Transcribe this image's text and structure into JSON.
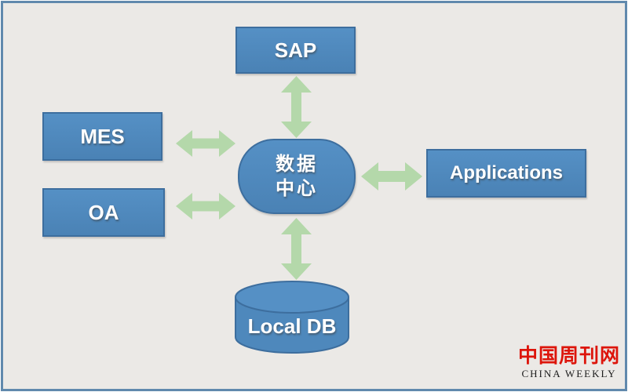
{
  "diagram": {
    "center": {
      "label": "数据中心",
      "label_line1": "数据",
      "label_line2": "中心"
    },
    "nodes": {
      "sap": {
        "label": "SAP",
        "shape": "rectangle"
      },
      "mes": {
        "label": "MES",
        "shape": "rectangle"
      },
      "oa": {
        "label": "OA",
        "shape": "rectangle"
      },
      "applications": {
        "label": "Applications",
        "shape": "rectangle"
      },
      "local_db": {
        "label": "Local DB",
        "shape": "database-cylinder"
      }
    },
    "connections": [
      {
        "from": "数据中心",
        "to": "SAP",
        "type": "bidirectional-arrow",
        "direction": "vertical"
      },
      {
        "from": "数据中心",
        "to": "MES",
        "type": "bidirectional-arrow",
        "direction": "horizontal"
      },
      {
        "from": "数据中心",
        "to": "OA",
        "type": "bidirectional-arrow",
        "direction": "horizontal"
      },
      {
        "from": "数据中心",
        "to": "Applications",
        "type": "bidirectional-arrow",
        "direction": "horizontal"
      },
      {
        "from": "数据中心",
        "to": "Local DB",
        "type": "bidirectional-arrow",
        "direction": "vertical"
      }
    ],
    "colors": {
      "node_fill": "#4e88bc",
      "node_border": "#3d6e9e",
      "arrow_green": "#b4d8aa",
      "canvas_background": "#ebe9e6",
      "frame_border": "#6089ad",
      "watermark_red": "#dd150b",
      "label_text": "#ffffff"
    }
  },
  "watermark": {
    "brand": "中国周刊网",
    "subtitle": "CHINA WEEKLY"
  }
}
